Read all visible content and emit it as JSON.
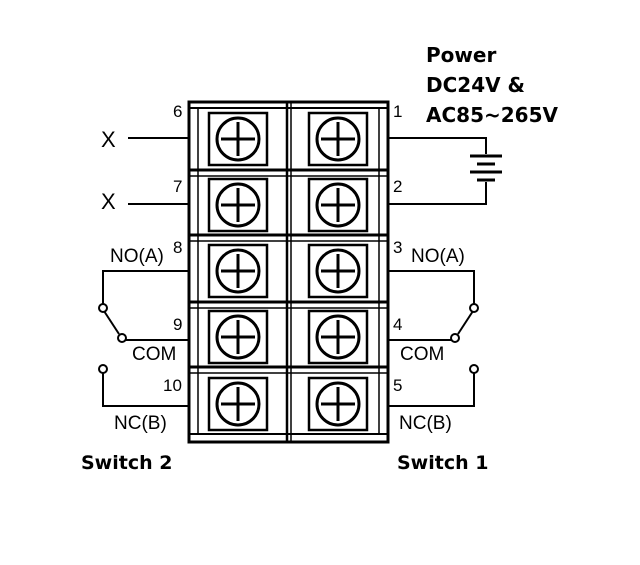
{
  "power": {
    "title": "Power",
    "line1": "DC24V &",
    "line2": "AC85~265V"
  },
  "terminals": {
    "left": [
      "6",
      "7",
      "8",
      "9",
      "10"
    ],
    "right": [
      "1",
      "2",
      "3",
      "4",
      "5"
    ]
  },
  "inputs": {
    "x1": "X",
    "x2": "X"
  },
  "switch2": {
    "no_label": "NO(A)",
    "com_label": "COM",
    "nc_label": "NC(B)",
    "name": "Switch 2"
  },
  "switch1": {
    "no_label": "NO(A)",
    "com_label": "COM",
    "nc_label": "NC(B)",
    "name": "Switch 1"
  }
}
